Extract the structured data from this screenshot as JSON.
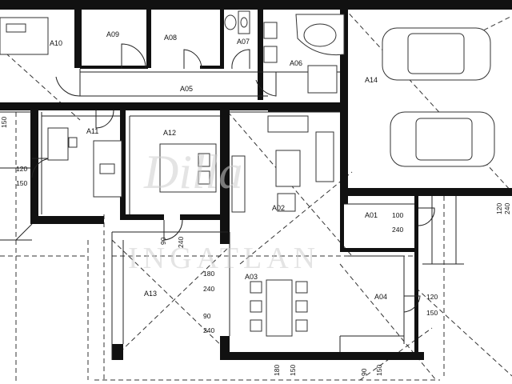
{
  "rooms": [
    {
      "id": "A10",
      "label": "A10"
    },
    {
      "id": "A09",
      "label": "A09"
    },
    {
      "id": "A08",
      "label": "A08"
    },
    {
      "id": "A07",
      "label": "A07"
    },
    {
      "id": "A06",
      "label": "A06"
    },
    {
      "id": "A14",
      "label": "A14"
    },
    {
      "id": "A05",
      "label": "A05"
    },
    {
      "id": "A11",
      "label": "A11"
    },
    {
      "id": "A12",
      "label": "A12"
    },
    {
      "id": "A02",
      "label": "A02"
    },
    {
      "id": "A01",
      "label": "A01"
    },
    {
      "id": "A03",
      "label": "A03"
    },
    {
      "id": "A04",
      "label": "A04"
    },
    {
      "id": "A13",
      "label": "A13"
    }
  ],
  "dimensions": [
    {
      "id": "w_a11_top",
      "text": "120"
    },
    {
      "id": "w_a11_bot",
      "text": "150"
    },
    {
      "id": "d_a12_a",
      "text": "90"
    },
    {
      "id": "d_a12_b",
      "text": "240"
    },
    {
      "id": "d_a01_a",
      "text": "100"
    },
    {
      "id": "d_a01_b",
      "text": "240"
    },
    {
      "id": "d_a03_1a",
      "text": "180"
    },
    {
      "id": "d_a03_1b",
      "text": "240"
    },
    {
      "id": "d_a03_2a",
      "text": "90"
    },
    {
      "id": "d_a03_2b",
      "text": "240"
    },
    {
      "id": "w_a04_a",
      "text": "120"
    },
    {
      "id": "w_a04_b",
      "text": "150"
    },
    {
      "id": "w_right_a",
      "text": "120"
    },
    {
      "id": "w_right_b",
      "text": "240"
    },
    {
      "id": "b_180",
      "text": "180"
    },
    {
      "id": "b_150a",
      "text": "150"
    },
    {
      "id": "b_90",
      "text": "90"
    },
    {
      "id": "b_150b",
      "text": "150"
    },
    {
      "id": "l_edge",
      "text": "150"
    }
  ],
  "watermark": {
    "script": "Dilla",
    "caps": "INGATLAN"
  }
}
